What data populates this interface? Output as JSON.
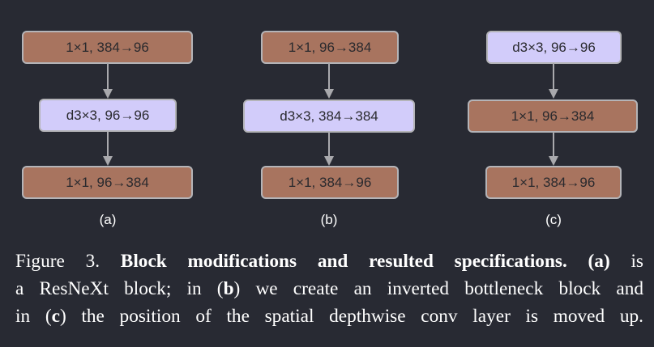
{
  "figure": {
    "panels": [
      {
        "id": "a",
        "label": "(a)",
        "blocks": [
          {
            "type": "pointwise",
            "text": "1×1, 384→96"
          },
          {
            "type": "depthwise",
            "text": "d3×3, 96→96"
          },
          {
            "type": "pointwise",
            "text": "1×1, 96→384"
          }
        ]
      },
      {
        "id": "b",
        "label": "(b)",
        "blocks": [
          {
            "type": "pointwise",
            "text": "1×1, 96→384"
          },
          {
            "type": "depthwise",
            "text": "d3×3, 384→384"
          },
          {
            "type": "pointwise",
            "text": "1×1, 384→96"
          }
        ]
      },
      {
        "id": "c",
        "label": "(c)",
        "blocks": [
          {
            "type": "depthwise",
            "text": "d3×3, 96→96"
          },
          {
            "type": "pointwise",
            "text": "1×1, 96→384"
          },
          {
            "type": "pointwise",
            "text": "1×1, 384→96"
          }
        ]
      }
    ],
    "colors": {
      "background": "#282a33",
      "pointwise_fill": "#a8745f",
      "depthwise_fill": "#d2ccfa",
      "border": "#b4b4b8",
      "arrow": "#a9a9ad"
    }
  },
  "caption": {
    "prefix": "Figure 3. ",
    "title": "Block modifications and resulted specifications.",
    "l1_a": "(a)",
    "l1_tail": " is",
    "l2_pre": "a ResNeXt block; in (",
    "l2_b": "b",
    "l2_tail": ") we create an inverted bottleneck block and",
    "l3_pre": "in (",
    "l3_c": "c",
    "l3_tail": ") the position of the spatial depthwise conv layer is moved up."
  }
}
